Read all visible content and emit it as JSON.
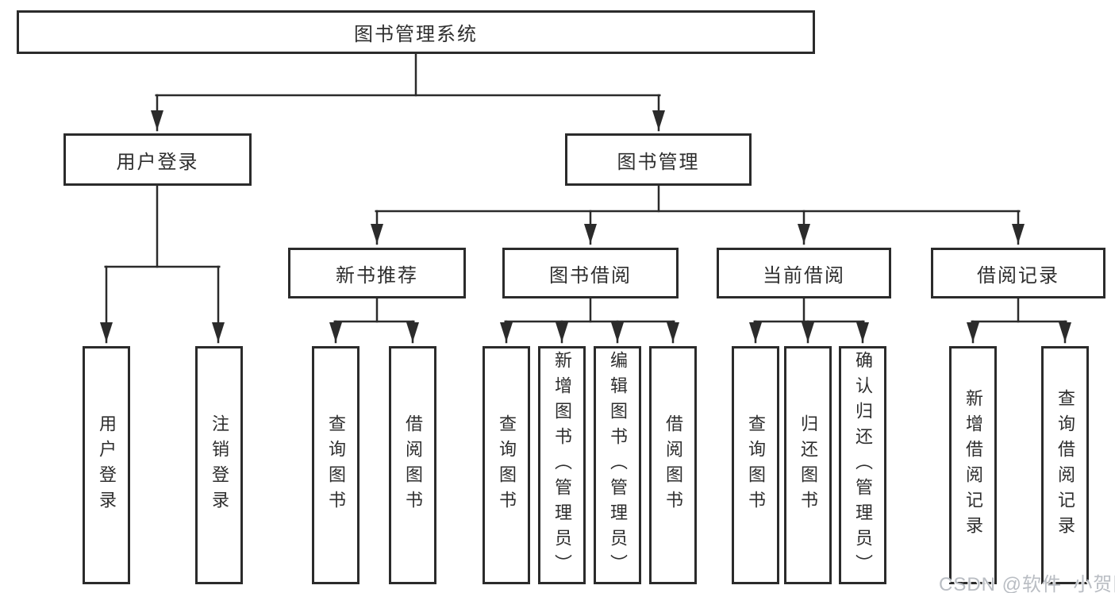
{
  "tree": {
    "root": {
      "label": "图书管理系统",
      "children": [
        {
          "label": "用户登录",
          "children": [
            {
              "label": "用户登录"
            },
            {
              "label": "注销登录"
            }
          ]
        },
        {
          "label": "图书管理",
          "children": [
            {
              "label": "新书推荐",
              "children": [
                {
                  "label": "查询图书"
                },
                {
                  "label": "借阅图书"
                }
              ]
            },
            {
              "label": "图书借阅",
              "children": [
                {
                  "label": "查询图书"
                },
                {
                  "label": "新增图书（管理员）"
                },
                {
                  "label": "编辑图书（管理员）"
                },
                {
                  "label": "借阅图书"
                }
              ]
            },
            {
              "label": "当前借阅",
              "children": [
                {
                  "label": "查询图书"
                },
                {
                  "label": "归还图书"
                },
                {
                  "label": "确认归还（管理员）"
                }
              ]
            },
            {
              "label": "借阅记录",
              "children": [
                {
                  "label": "新增借阅记录"
                },
                {
                  "label": "查询借阅记录"
                }
              ]
            }
          ]
        }
      ]
    }
  },
  "watermark": {
    "text": "CSDN @软件_小贺同学"
  },
  "colors": {
    "line": "#2b2b2b",
    "box_border": "#2b2b2b",
    "text": "#2e2e2e",
    "watermark": "#b9bdc3",
    "background": "#ffffff"
  }
}
